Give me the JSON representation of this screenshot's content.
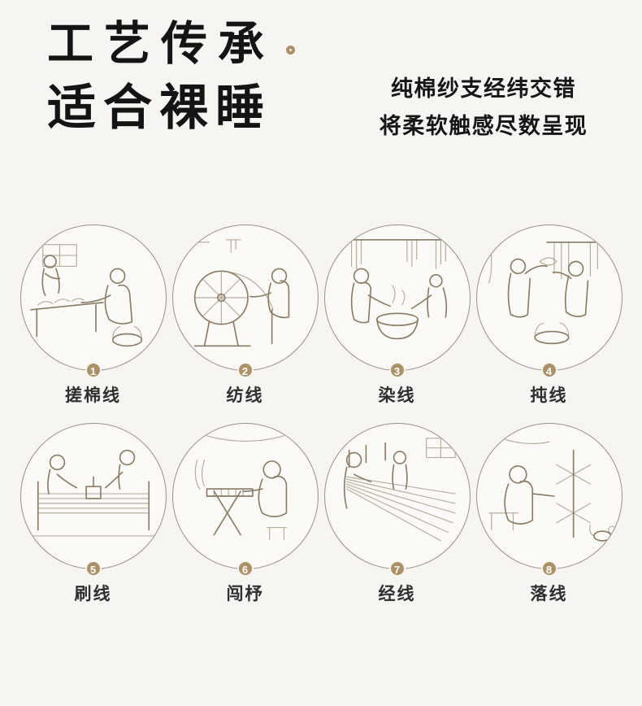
{
  "theme": {
    "accent": "#ac9066",
    "background": "#f6f5f2",
    "title": "#141414",
    "label": "#2f2f2f",
    "sketch": "#8a7b65"
  },
  "header": {
    "title_line1": "工艺传承",
    "title_line2": "适合裸睡",
    "subtitle_line1": "纯棉纱支经纬交错",
    "subtitle_line2": "将柔软触感尽数呈现"
  },
  "steps": [
    {
      "number": "1",
      "label": "搓棉线",
      "illustration": "rolling-cotton-thread-scene"
    },
    {
      "number": "2",
      "label": "纺线",
      "illustration": "spinning-wheel-scene"
    },
    {
      "number": "3",
      "label": "染线",
      "illustration": "dyeing-thread-scene"
    },
    {
      "number": "4",
      "label": "扽线",
      "illustration": "stretching-thread-scene"
    },
    {
      "number": "5",
      "label": "刷线",
      "illustration": "brushing-thread-scene"
    },
    {
      "number": "6",
      "label": "闯杼",
      "illustration": "reed-threading-scene"
    },
    {
      "number": "7",
      "label": "经线",
      "illustration": "warping-thread-scene"
    },
    {
      "number": "8",
      "label": "落线",
      "illustration": "winding-thread-scene"
    }
  ]
}
